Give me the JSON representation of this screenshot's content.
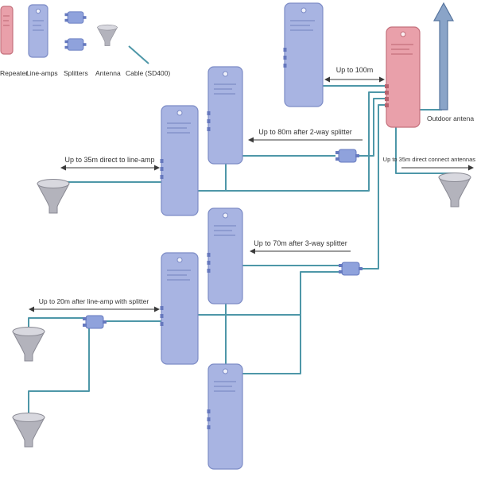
{
  "colors": {
    "repeater_fill": "#e9a0aa",
    "lineamp_fill": "#a8b4e2",
    "splitter_fill": "#8fa2dc",
    "cable": "#4e97a8",
    "antenna_fill": "#b3b3bc",
    "outdoor_arrow_fill": "#8aa4c8",
    "background": "#ffffff"
  },
  "legend": {
    "items": [
      {
        "id": "repeater",
        "label": "Repeater"
      },
      {
        "id": "line-amps",
        "label": "Line-amps"
      },
      {
        "id": "splitters",
        "label": "Splitters"
      },
      {
        "id": "antenna",
        "label": "Antenna"
      },
      {
        "id": "cable",
        "label": "Cable (SD400)"
      }
    ]
  },
  "annotations": {
    "run_100m": "Up to 100m",
    "run_80m": "Up to 80m after 2-way splitter",
    "run_35m_lineamp": "Up to 35m direct to line-amp",
    "run_35m_antennas": "Up to 35m direct connect antennas",
    "run_70m": "Up to 70m after 3-way splitter",
    "run_20m": "Up to 20m after line-amp with splitter",
    "outdoor_antenna": "Outdoor antena"
  },
  "components": {
    "repeaters": 1,
    "line_amps": 6,
    "splitters": 3,
    "antennas": 4
  }
}
